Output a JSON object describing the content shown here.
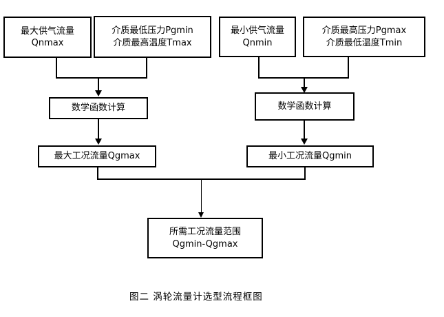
{
  "figure": {
    "caption": "图二  涡轮流量计选型流程框图",
    "background_color": "#ffffff",
    "line_color": "#000000"
  },
  "nodes": {
    "max_supply_flow": {
      "line1": "最大供气流量",
      "line2": "Qnmax"
    },
    "min_pressure_max_temp": {
      "line1": "介质最低压力Pgmin",
      "line2": "介质最高温度Tmax"
    },
    "min_supply_flow": {
      "line1": "最小供气流量",
      "line2": "Qnmin"
    },
    "max_pressure_min_temp": {
      "line1": "介质最高压力Pgmax",
      "line2": "介质最低温度Tmin"
    },
    "math_calc_left": {
      "line1": "数学函数计算"
    },
    "math_calc_right": {
      "line1": "数学函数计算"
    },
    "qgmax": {
      "line1": "最大工况流量Qgmax"
    },
    "qgmin": {
      "line1": "最小工况流量Qgmin"
    },
    "required_range": {
      "line1": "所需工况流量范围",
      "line2": "Qgmin-Qgmax"
    }
  }
}
